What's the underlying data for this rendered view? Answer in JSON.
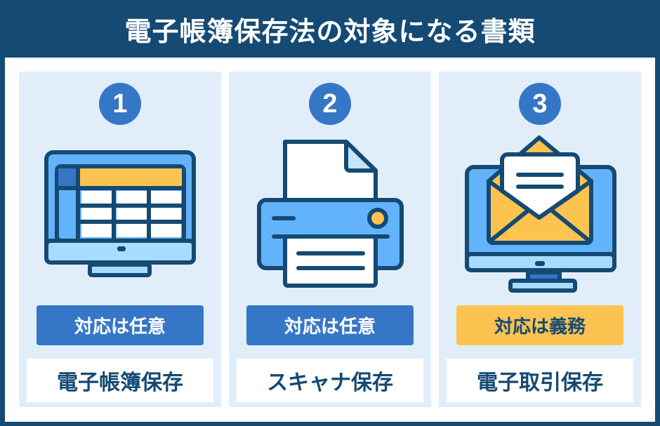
{
  "title": "電子帳簿保存法の対象になる書類",
  "panels": [
    {
      "number": "1",
      "badge": "対応は任意",
      "label": "電子帳簿保存",
      "icon": "spreadsheet-monitor-icon"
    },
    {
      "number": "2",
      "badge": "対応は任意",
      "label": "スキャナ保存",
      "icon": "printer-icon"
    },
    {
      "number": "3",
      "badge": "対応は義務",
      "label": "電子取引保存",
      "icon": "email-monitor-icon"
    }
  ],
  "colors": {
    "navy": "#144a73",
    "blue": "#3676c6",
    "light": "#e1eefa",
    "yellow": "#fdc350",
    "sky": "#63b3fb"
  }
}
